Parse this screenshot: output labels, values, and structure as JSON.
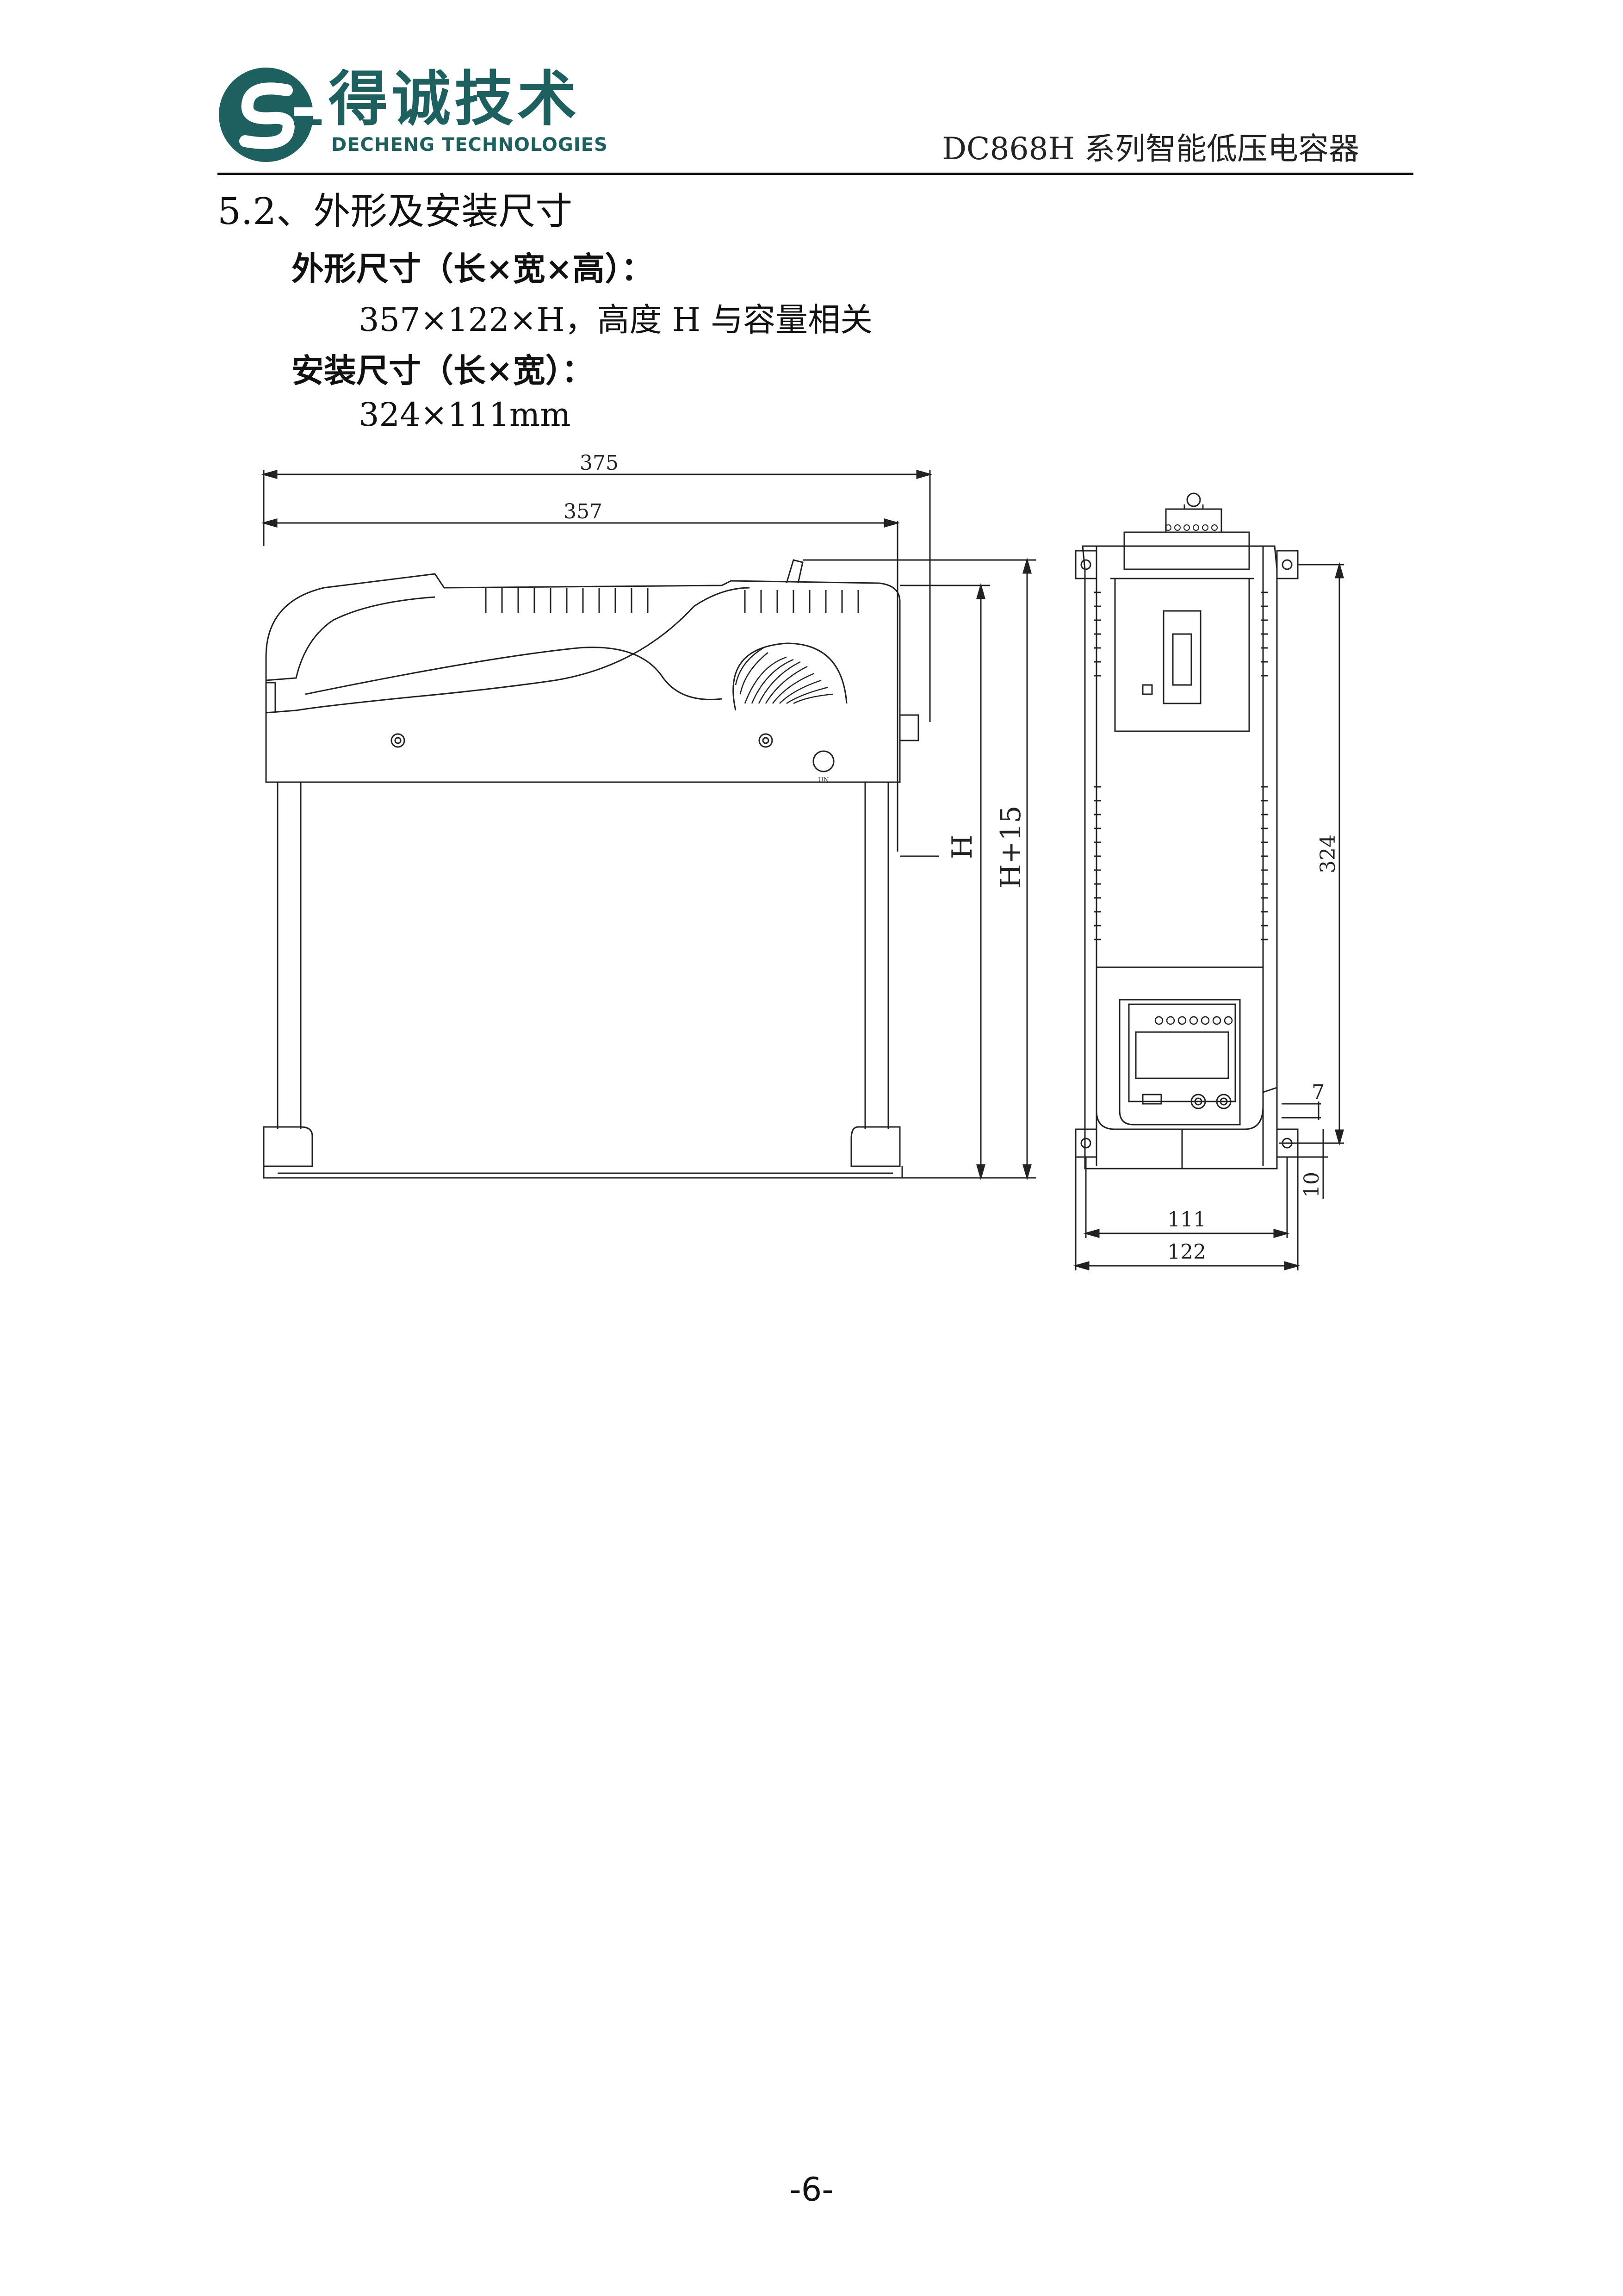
{
  "header": {
    "logo_cn": "得诚技术",
    "logo_en": "DECHENG TECHNOLOGIES",
    "title": "DC868H 系列智能低压电容器"
  },
  "section": {
    "title": "5.2、外形及安装尺寸",
    "outline_label": "外形尺寸（长×宽×高）：",
    "outline_value": "357×122×H，高度 H 与容量相关",
    "mount_label": "安装尺寸（长×宽）：",
    "mount_value": "324×111mm"
  },
  "drawing": {
    "dim_375": "375",
    "dim_357": "357",
    "dim_H": "H",
    "dim_H15": "H+15",
    "dim_324": "324",
    "dim_7": "7",
    "dim_10": "10",
    "dim_111": "111",
    "dim_122": "122",
    "run_label": "UN"
  },
  "footer": {
    "page_number": "-6-"
  }
}
